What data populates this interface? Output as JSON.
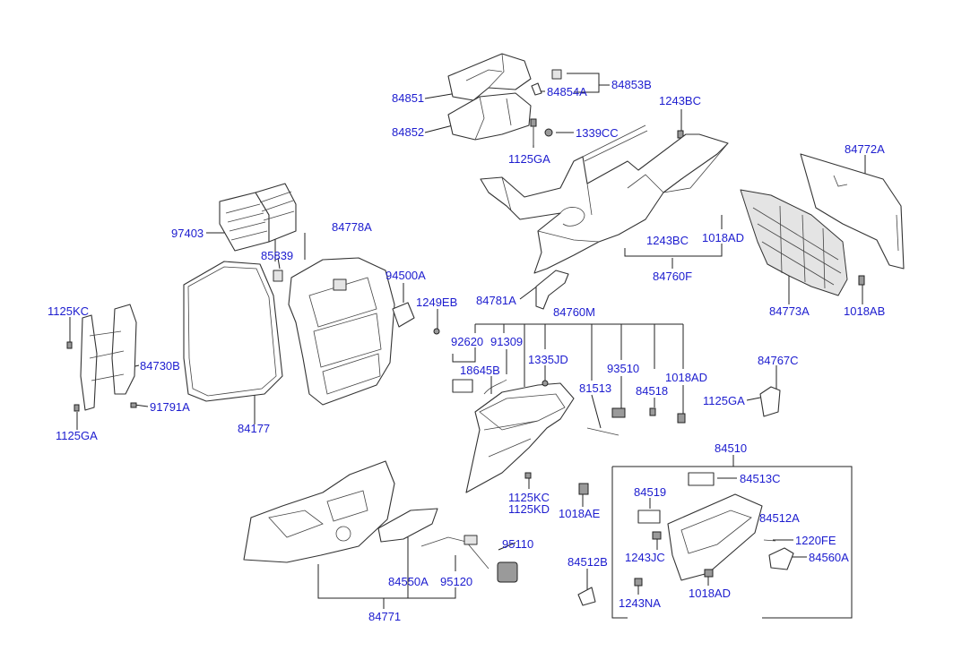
{
  "labels": {
    "p84851": "84851",
    "p84852": "84852",
    "p84853B": "84853B",
    "p84854A": "84854A",
    "p1339CC": "1339CC",
    "p1125GA_top": "1125GA",
    "p1243BC_top": "1243BC",
    "p84772A": "84772A",
    "p97403": "97403",
    "p84778A": "84778A",
    "p85839": "85839",
    "p94500A": "94500A",
    "p1249EB": "1249EB",
    "p84781A": "84781A",
    "p1243BC_mid": "1243BC",
    "p1018AD_top": "1018AD",
    "p84760F": "84760F",
    "p84773A": "84773A",
    "p1018AB": "1018AB",
    "p1125KC_left": "1125KC",
    "p84730B": "84730B",
    "p91791A": "91791A",
    "p1125GA_left": "1125GA",
    "p84177": "84177",
    "p84760M": "84760M",
    "p92620": "92620",
    "p91309": "91309",
    "p18645B": "18645B",
    "p1335JD": "1335JD",
    "p93510": "93510",
    "p1018AD_mid": "1018AD",
    "p81513": "81513",
    "p84518": "84518",
    "p84767C": "84767C",
    "p1125GA_right": "1125GA",
    "p84510": "84510",
    "p1125KC_bottom": "1125KC",
    "p1125KD": "1125KD",
    "p1018AE": "1018AE",
    "p84519": "84519",
    "p84513C": "84513C",
    "p84512A": "84512A",
    "p1220FE": "1220FE",
    "p1243JC": "1243JC",
    "p84560A": "84560A",
    "p95110": "95110",
    "p84512B": "84512B",
    "p84550A": "84550A",
    "p95120": "95120",
    "p1018AD_bot": "1018AD",
    "p1243NA": "1243NA",
    "p84771": "84771"
  }
}
